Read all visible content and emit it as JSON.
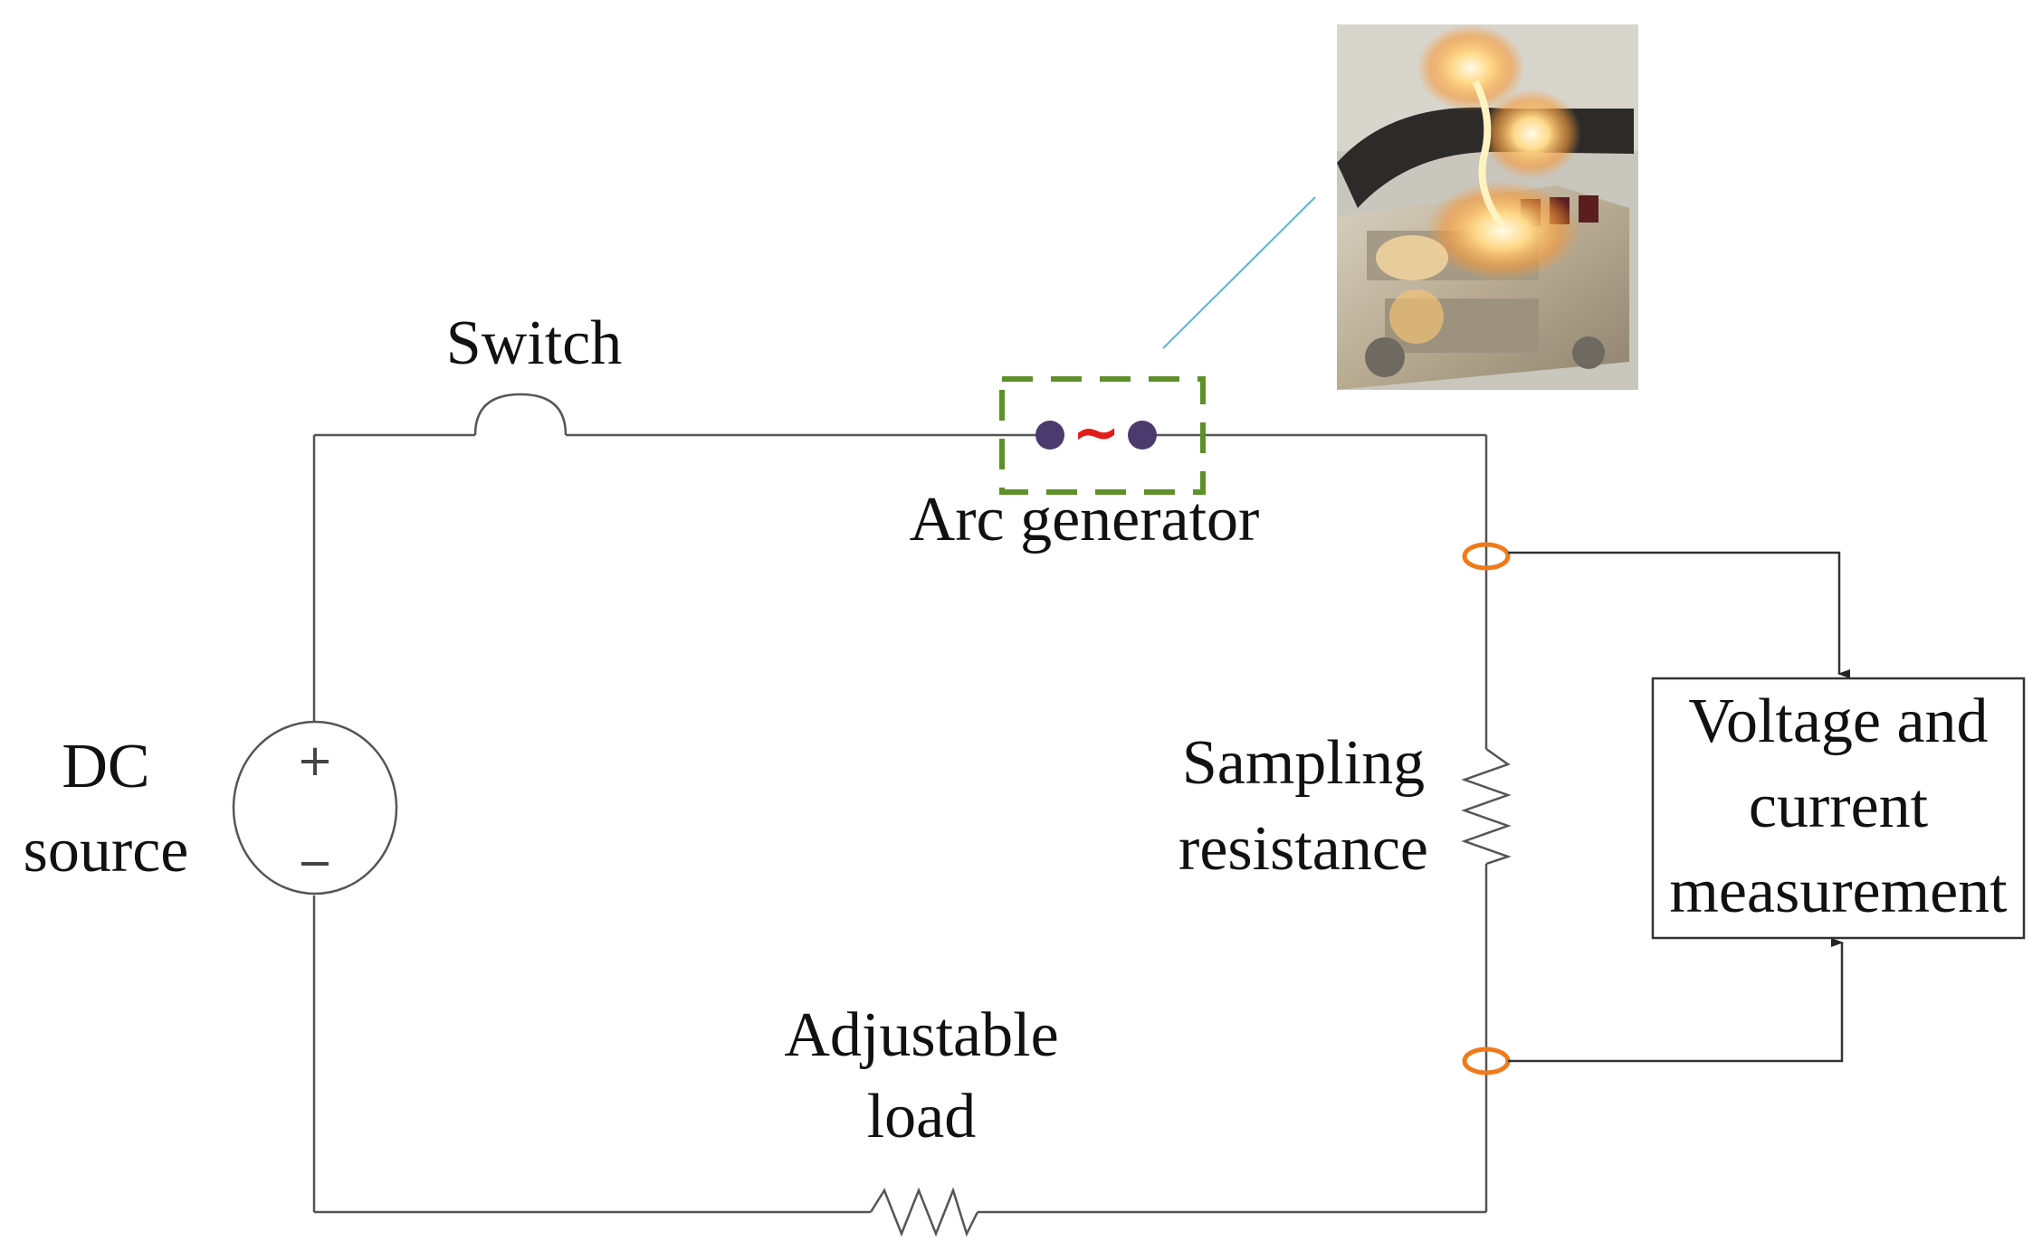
{
  "labels": {
    "switch": "Switch",
    "arc_generator": "Arc generator",
    "dc_source": [
      "DC",
      "source"
    ],
    "sampling_resistance": [
      "Sampling",
      "resistance"
    ],
    "measurement": [
      "Voltage and",
      "current",
      "measurement"
    ],
    "adjustable_load": [
      "Adjustable",
      "load"
    ]
  },
  "symbols": {
    "plus": "+",
    "minus": "−",
    "arc": "~"
  },
  "colors": {
    "wire": "#555555",
    "arc_box": "#5f8f2b",
    "electrode": "#4b3a6e",
    "arc": "#e21b1b",
    "sensor": "#f07a1a",
    "callout": "#5ab4d6",
    "photo_flame": "#ffc46a"
  },
  "icons": {
    "photo": "arc-flash-photo",
    "switch": "switch-symbol",
    "source": "dc-source-symbol",
    "resistor": "resistor-symbol",
    "sensor": "current-sensor-ring"
  }
}
